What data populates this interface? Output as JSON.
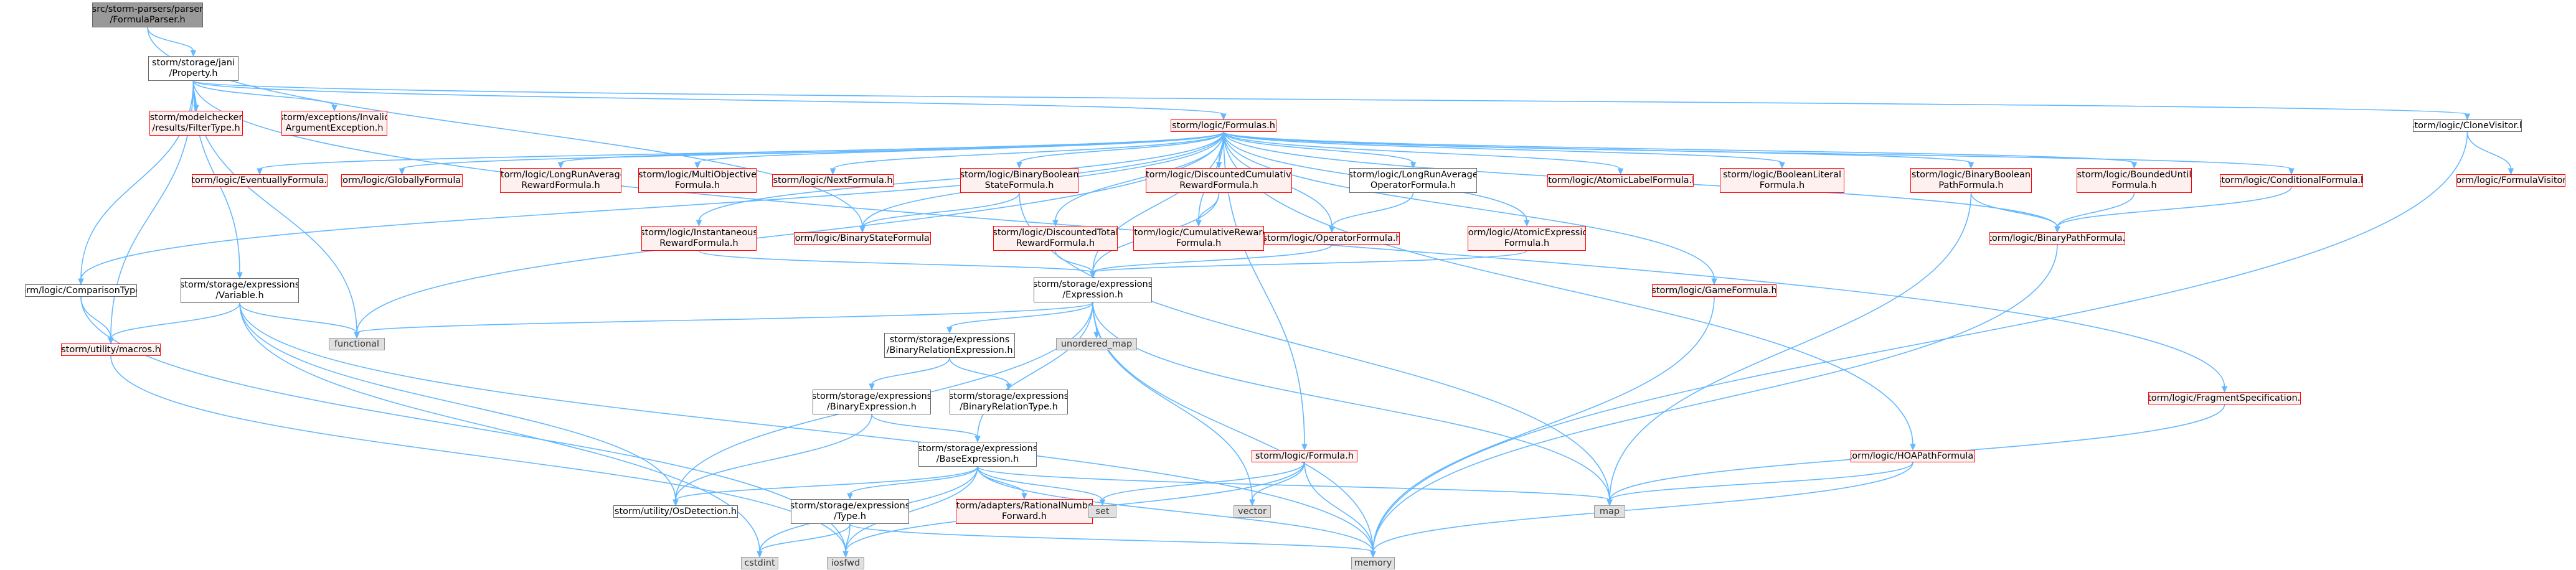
{
  "diagram": {
    "title": "",
    "nodes": [
      {
        "id": "root",
        "label": "src/storm-parsers/parser\n/FormulaParser.h",
        "style": "current"
      },
      {
        "id": "jani",
        "label": "storm/storage/jani\n/Property.h",
        "style": "plain"
      },
      {
        "id": "filtertype",
        "label": "storm/modelchecker\n/results/FilterType.h",
        "style": "red"
      },
      {
        "id": "invalidarg",
        "label": "storm/exceptions/Invalid\nArgumentException.h",
        "style": "red"
      },
      {
        "id": "formulas",
        "label": "storm/logic/Formulas.h",
        "style": "red"
      },
      {
        "id": "cloneVisitor",
        "label": "storm/logic/CloneVisitor.h",
        "style": "plain"
      },
      {
        "id": "formulaVisitor",
        "label": "storm/logic/FormulaVisitor.h",
        "style": "red"
      },
      {
        "id": "eventually",
        "label": "storm/logic/EventuallyFormula.h",
        "style": "red"
      },
      {
        "id": "globally",
        "label": "storm/logic/GloballyFormula.h",
        "style": "red"
      },
      {
        "id": "lravgreward",
        "label": "storm/logic/LongRunAverage\nRewardFormula.h",
        "style": "red"
      },
      {
        "id": "multiobj",
        "label": "storm/logic/MultiObjective\nFormula.h",
        "style": "red"
      },
      {
        "id": "next",
        "label": "storm/logic/NextFormula.h",
        "style": "red"
      },
      {
        "id": "boolstate",
        "label": "storm/logic/BinaryBoolean\nStateFormula.h",
        "style": "red"
      },
      {
        "id": "disccumul",
        "label": "storm/logic/DiscountedCumulative\nRewardFormula.h",
        "style": "red"
      },
      {
        "id": "lravgop",
        "label": "storm/logic/LongRunAverage\nOperatorFormula.h",
        "style": "plain"
      },
      {
        "id": "atomiclabel",
        "label": "storm/logic/AtomicLabelFormula.h",
        "style": "red"
      },
      {
        "id": "boolliteral",
        "label": "storm/logic/BooleanLiteral\nFormula.h",
        "style": "red"
      },
      {
        "id": "boolpath",
        "label": "storm/logic/BinaryBoolean\nPathFormula.h",
        "style": "red"
      },
      {
        "id": "bounded",
        "label": "storm/logic/BoundedUntil\nFormula.h",
        "style": "red"
      },
      {
        "id": "conditional",
        "label": "storm/logic/ConditionalFormula.h",
        "style": "red"
      },
      {
        "id": "instant",
        "label": "storm/logic/Instantaneous\nRewardFormula.h",
        "style": "red"
      },
      {
        "id": "binarystate",
        "label": "storm/logic/BinaryStateFormula.h",
        "style": "red"
      },
      {
        "id": "disctotal",
        "label": "storm/logic/DiscountedTotal\nRewardFormula.h",
        "style": "red"
      },
      {
        "id": "cumulreward",
        "label": "storm/logic/CumulativeReward\nFormula.h",
        "style": "red"
      },
      {
        "id": "operator",
        "label": "storm/logic/OperatorFormula.h",
        "style": "red"
      },
      {
        "id": "atomicexpr",
        "label": "storm/logic/AtomicExpression\nFormula.h",
        "style": "red"
      },
      {
        "id": "binarypath",
        "label": "storm/logic/BinaryPathFormula.h",
        "style": "red"
      },
      {
        "id": "comparison",
        "label": "storm/logic/ComparisonType.h",
        "style": "plain"
      },
      {
        "id": "variable",
        "label": "storm/storage/expressions\n/Variable.h",
        "style": "plain"
      },
      {
        "id": "expression",
        "label": "storm/storage/expressions\n/Expression.h",
        "style": "plain"
      },
      {
        "id": "gameformula",
        "label": "storm/logic/GameFormula.h",
        "style": "red"
      },
      {
        "id": "macros",
        "label": "storm/utility/macros.h",
        "style": "red"
      },
      {
        "id": "functional",
        "label": "functional",
        "style": "ext"
      },
      {
        "id": "unorderedmap",
        "label": "unordered_map",
        "style": "ext"
      },
      {
        "id": "binrelexpr",
        "label": "storm/storage/expressions\n/BinaryRelationExpression.h",
        "style": "plain"
      },
      {
        "id": "binexpr",
        "label": "storm/storage/expressions\n/BinaryExpression.h",
        "style": "plain"
      },
      {
        "id": "binreltype",
        "label": "storm/storage/expressions\n/BinaryRelationType.h",
        "style": "plain"
      },
      {
        "id": "baseexpr",
        "label": "storm/storage/expressions\n/BaseExpression.h",
        "style": "plain"
      },
      {
        "id": "fragment",
        "label": "storm/logic/FragmentSpecification.h",
        "style": "red"
      },
      {
        "id": "formula",
        "label": "storm/logic/Formula.h",
        "style": "red"
      },
      {
        "id": "hoapath",
        "label": "storm/logic/HOAPathFormula.h",
        "style": "red"
      },
      {
        "id": "osdetect",
        "label": "storm/utility/OsDetection.h",
        "style": "plain"
      },
      {
        "id": "exprtype",
        "label": "storm/storage/expressions\n/Type.h",
        "style": "plain"
      },
      {
        "id": "rational",
        "label": "storm/adapters/RationalNumber\nForward.h",
        "style": "red"
      },
      {
        "id": "set",
        "label": "set",
        "style": "ext"
      },
      {
        "id": "vector",
        "label": "vector",
        "style": "ext"
      },
      {
        "id": "map",
        "label": "map",
        "style": "ext"
      },
      {
        "id": "cstdint",
        "label": "cstdint",
        "style": "ext"
      },
      {
        "id": "iosfwd",
        "label": "iosfwd",
        "style": "ext"
      },
      {
        "id": "memory",
        "label": "memory",
        "style": "ext"
      }
    ],
    "edges": [
      [
        "root",
        "jani"
      ],
      [
        "root",
        "binarystate"
      ],
      [
        "jani",
        "filtertype"
      ],
      [
        "jani",
        "invalidarg"
      ],
      [
        "jani",
        "formulas"
      ],
      [
        "jani",
        "cloneVisitor"
      ],
      [
        "jani",
        "comparison"
      ],
      [
        "jani",
        "variable"
      ],
      [
        "jani",
        "macros"
      ],
      [
        "jani",
        "functional"
      ],
      [
        "jani",
        "fragment"
      ],
      [
        "formulas",
        "eventually"
      ],
      [
        "formulas",
        "globally"
      ],
      [
        "formulas",
        "lravgreward"
      ],
      [
        "formulas",
        "multiobj"
      ],
      [
        "formulas",
        "next"
      ],
      [
        "formulas",
        "boolstate"
      ],
      [
        "formulas",
        "disccumul"
      ],
      [
        "formulas",
        "lravgop"
      ],
      [
        "formulas",
        "atomiclabel"
      ],
      [
        "formulas",
        "boolliteral"
      ],
      [
        "formulas",
        "boolpath"
      ],
      [
        "formulas",
        "bounded"
      ],
      [
        "formulas",
        "conditional"
      ],
      [
        "formulas",
        "instant"
      ],
      [
        "formulas",
        "binarystate"
      ],
      [
        "formulas",
        "disctotal"
      ],
      [
        "formulas",
        "cumulreward"
      ],
      [
        "formulas",
        "operator"
      ],
      [
        "formulas",
        "atomicexpr"
      ],
      [
        "formulas",
        "binarypath"
      ],
      [
        "formulas",
        "comparison"
      ],
      [
        "formulas",
        "gameformula"
      ],
      [
        "formulas",
        "formula"
      ],
      [
        "formulas",
        "hoapath"
      ],
      [
        "formulas",
        "expression"
      ],
      [
        "formulas",
        "functional"
      ],
      [
        "cloneVisitor",
        "formulaVisitor"
      ],
      [
        "cloneVisitor",
        "memory"
      ],
      [
        "boolstate",
        "binarystate"
      ],
      [
        "boolstate",
        "map"
      ],
      [
        "disccumul",
        "cumulreward"
      ],
      [
        "disccumul",
        "expression"
      ],
      [
        "lravgop",
        "operator"
      ],
      [
        "boolpath",
        "binarypath"
      ],
      [
        "boolpath",
        "map"
      ],
      [
        "bounded",
        "binarypath"
      ],
      [
        "conditional",
        "binarypath"
      ],
      [
        "instant",
        "expression"
      ],
      [
        "disctotal",
        "expression"
      ],
      [
        "operator",
        "expression"
      ],
      [
        "atomicexpr",
        "expression"
      ],
      [
        "binarypath",
        "memory"
      ],
      [
        "comparison",
        "macros"
      ],
      [
        "comparison",
        "iosfwd"
      ],
      [
        "variable",
        "macros"
      ],
      [
        "variable",
        "functional"
      ],
      [
        "variable",
        "memory"
      ],
      [
        "variable",
        "osdetect"
      ],
      [
        "variable",
        "cstdint"
      ],
      [
        "expression",
        "functional"
      ],
      [
        "expression",
        "unorderedmap"
      ],
      [
        "expression",
        "binrelexpr"
      ],
      [
        "expression",
        "baseexpr"
      ],
      [
        "expression",
        "osdetect"
      ],
      [
        "expression",
        "vector"
      ],
      [
        "expression",
        "map"
      ],
      [
        "expression",
        "memory"
      ],
      [
        "gameformula",
        "memory"
      ],
      [
        "macros",
        "iosfwd"
      ],
      [
        "binrelexpr",
        "binexpr"
      ],
      [
        "binrelexpr",
        "binreltype"
      ],
      [
        "binexpr",
        "baseexpr"
      ],
      [
        "binexpr",
        "osdetect"
      ],
      [
        "baseexpr",
        "osdetect"
      ],
      [
        "baseexpr",
        "exprtype"
      ],
      [
        "baseexpr",
        "rational"
      ],
      [
        "baseexpr",
        "set"
      ],
      [
        "baseexpr",
        "map"
      ],
      [
        "baseexpr",
        "cstdint"
      ],
      [
        "baseexpr",
        "iosfwd"
      ],
      [
        "baseexpr",
        "memory"
      ],
      [
        "fragment",
        "map"
      ],
      [
        "formula",
        "set"
      ],
      [
        "formula",
        "vector"
      ],
      [
        "formula",
        "memory"
      ],
      [
        "formula",
        "iosfwd"
      ],
      [
        "hoapath",
        "map"
      ],
      [
        "hoapath",
        "memory"
      ],
      [
        "exprtype",
        "cstdint"
      ],
      [
        "exprtype",
        "iosfwd"
      ],
      [
        "exprtype",
        "memory"
      ]
    ]
  }
}
